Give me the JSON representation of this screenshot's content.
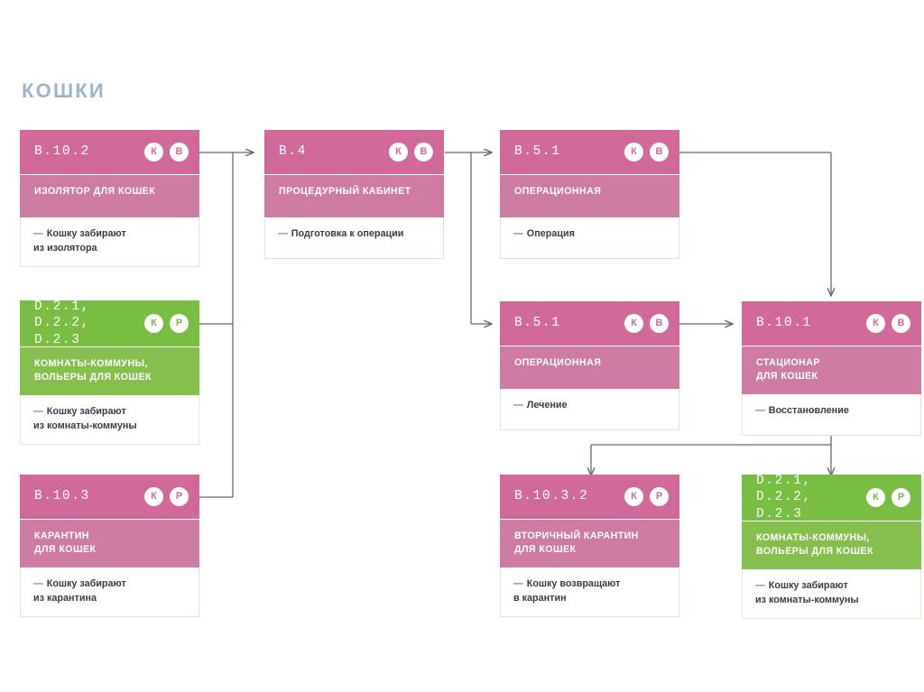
{
  "page": {
    "title": "КОШКИ",
    "title_color": "#9cb3d4",
    "background": "#ffffff"
  },
  "palette": {
    "pink_header": "#d2699b",
    "pink_title": "#cd7ba3",
    "green_header": "#78be43",
    "green_title": "#85c04f",
    "connector": "#5d6b77",
    "body_text": "#3b3b46"
  },
  "badge_legend": {
    "k": "К",
    "v": "В",
    "r": "Р"
  },
  "nodes": [
    {
      "id": "b1020",
      "code": "B.10.2",
      "title": "ИЗОЛЯТОР ДЛЯ КОШЕК",
      "body": "Кошку забирают\nиз изолятора",
      "badges": [
        "К",
        "В"
      ],
      "color": "pink"
    },
    {
      "id": "b4",
      "code": "B.4",
      "title": "ПРОЦЕДУРНЫЙ КАБИНЕТ",
      "body": "Подготовка к операции",
      "badges": [
        "К",
        "В"
      ],
      "color": "pink"
    },
    {
      "id": "b51top",
      "code": "B.5.1",
      "title": "ОПЕРАЦИОННАЯ",
      "body": "Операция",
      "badges": [
        "К",
        "В"
      ],
      "color": "pink"
    },
    {
      "id": "d2left",
      "code": "D.2.1, D.2.2,\nD.2.3",
      "title": "КОМНАТЫ-КОММУНЫ,\nВОЛЬЕРЫ ДЛЯ КОШЕК",
      "body": "Кошку забирают\nиз комнаты-коммуны",
      "badges": [
        "К",
        "Р"
      ],
      "color": "green"
    },
    {
      "id": "b51mid",
      "code": "B.5.1",
      "title": "ОПЕРАЦИОННАЯ",
      "body": "Лечение",
      "badges": [
        "К",
        "В"
      ],
      "color": "pink"
    },
    {
      "id": "b1010",
      "code": "B.10.1",
      "title": "СТАЦИОНАР\nДЛЯ КОШЕК",
      "body": "Восстановление",
      "badges": [
        "К",
        "В"
      ],
      "color": "pink"
    },
    {
      "id": "b1030",
      "code": "B.10.3",
      "title": "КАРАНТИН\nДЛЯ КОШЕК",
      "body": "Кошку забирают\nиз карантина",
      "badges": [
        "К",
        "Р"
      ],
      "color": "pink"
    },
    {
      "id": "b10302",
      "code": "B.10.3.2",
      "title": "ВТОРИЧНЫЙ КАРАНТИН\nДЛЯ КОШЕК",
      "body": "Кошку возвращают\nв карантин",
      "badges": [
        "К",
        "Р"
      ],
      "color": "pink"
    },
    {
      "id": "d2right",
      "code": "D.2.1, D.2.2,\nD.2.3",
      "title": "КОМНАТЫ-КОММУНЫ,\nВОЛЬЕРЫ ДЛЯ КОШЕК",
      "body": "Кошку забирают\nиз комнаты-коммуны",
      "badges": [
        "К",
        "Р"
      ],
      "color": "green"
    }
  ],
  "edges": [
    {
      "from": "b1020",
      "to": "b4"
    },
    {
      "from": "d2left",
      "to": "b4"
    },
    {
      "from": "b1030",
      "to": "b4"
    },
    {
      "from": "b4",
      "to": "b51top"
    },
    {
      "from": "b4",
      "to": "b51mid"
    },
    {
      "from": "b51top",
      "to": "b1010"
    },
    {
      "from": "b51mid",
      "to": "b1010"
    },
    {
      "from": "b1010",
      "to": "b10302"
    },
    {
      "from": "b1010",
      "to": "d2right"
    }
  ]
}
